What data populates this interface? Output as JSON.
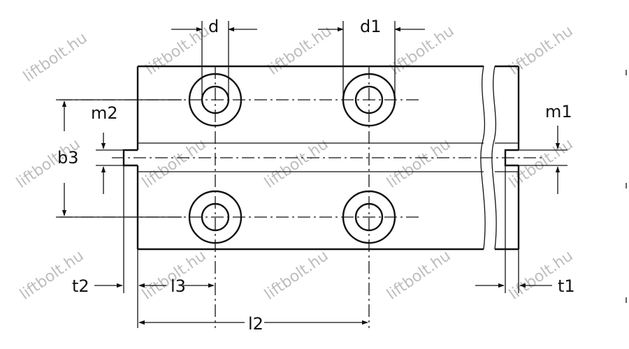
{
  "labels": {
    "d": "d",
    "d1": "d1",
    "m1": "m1",
    "m2": "m2",
    "b3": "b3",
    "t1": "t1",
    "t2": "t2",
    "l2": "l2",
    "l3": "l3"
  },
  "watermark": "liftbolt.hu"
}
